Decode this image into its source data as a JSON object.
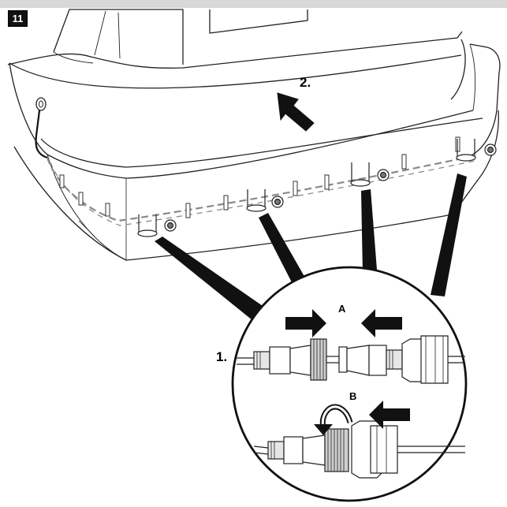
{
  "step": {
    "number": "11"
  },
  "labels": {
    "push_direction": "2.",
    "connect_step": "1.",
    "connector_a": "A",
    "connector_b": "B"
  },
  "icons": [
    "push-arrow-icon",
    "press-arrow-icon",
    "twist-arrow-icon"
  ],
  "colors": {
    "line": "#222222",
    "cable_dash": "#8a8a8a",
    "arrow": "#111111",
    "band": "#d8d8d8"
  }
}
